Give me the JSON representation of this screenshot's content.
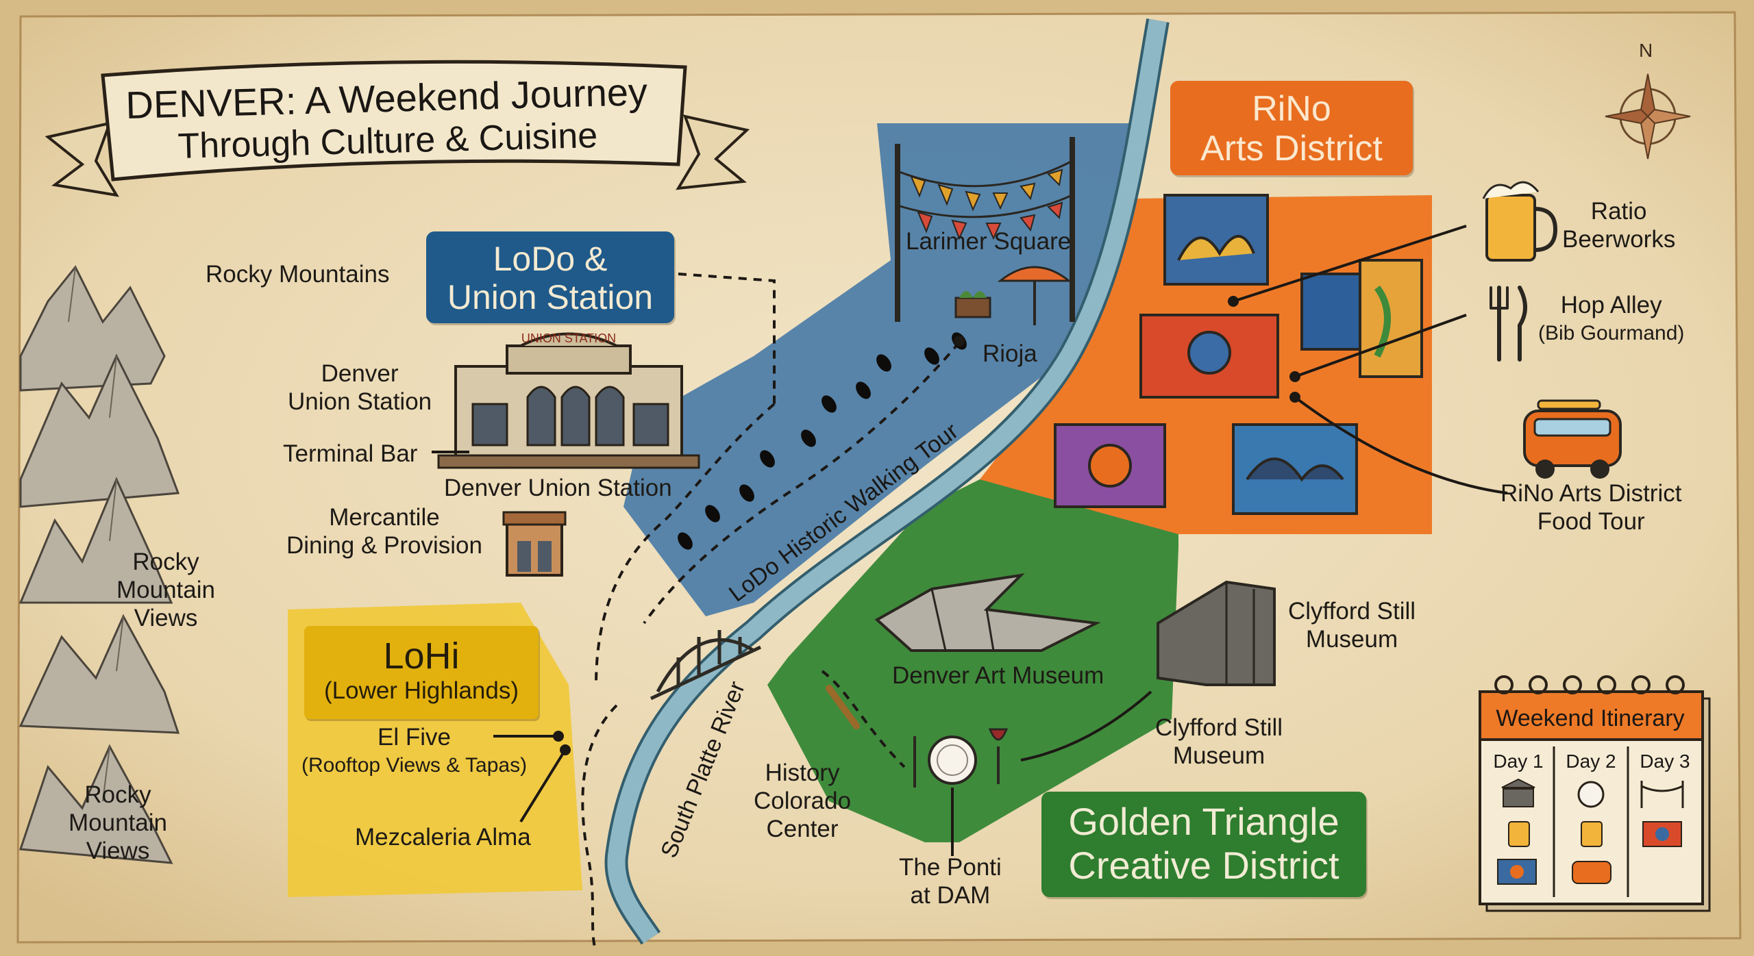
{
  "title": {
    "line1": "DENVER: A Weekend Journey",
    "line2": "Through Culture & Cuisine"
  },
  "compass": {
    "north": "N"
  },
  "districts": {
    "lodo": {
      "line1": "LoDo &",
      "line2": "Union Station",
      "color": "#1f5a8a"
    },
    "rino": {
      "line1": "RiNo",
      "line2": "Arts District",
      "color": "#e86d1f"
    },
    "golden_triangle": {
      "line1": "Golden Triangle",
      "line2": "Creative District",
      "color": "#2f7d2f"
    },
    "lohi": {
      "line1": "LoHi",
      "line2": "(Lower Highlands)",
      "color": "#e2b10e"
    }
  },
  "mountains": {
    "label_top": "Rocky Mountains",
    "label_mid": [
      "Rocky",
      "Mountain",
      "Views"
    ],
    "label_bottom": [
      "Rocky",
      "Mountain",
      "Views"
    ]
  },
  "lodo_places": {
    "union_station_label": [
      "Denver",
      "Union Station"
    ],
    "union_station_sign": "UNION STATION",
    "terminal_bar": "Terminal Bar",
    "union_station_caption": "Denver Union Station",
    "mercantile": [
      "Mercantile",
      "Dining & Provision"
    ],
    "larimer_square": "Larimer Square",
    "rioja": "Rioja",
    "walking_tour": "LoDo Historic Walking Tour"
  },
  "river": {
    "label": "South Platte River",
    "color": "#8fb8c6"
  },
  "rino_places": {
    "ratio": [
      "Ratio",
      "Beerworks"
    ],
    "hop_alley": [
      "Hop Alley",
      "(Bib Gourmand)"
    ],
    "food_tour": [
      "RiNo Arts District",
      "Food Tour"
    ]
  },
  "golden_places": {
    "art_museum": "Denver Art Museum",
    "clyfford_top": [
      "Clyfford Still",
      "Museum"
    ],
    "clyfford_bottom": [
      "Clyfford Still",
      "Museum"
    ],
    "history_colorado": [
      "History",
      "Colorado",
      "Center"
    ],
    "ponti": [
      "The Ponti",
      "at DAM"
    ]
  },
  "lohi_places": {
    "el_five": [
      "El Five",
      "(Rooftop Views & Tapas)"
    ],
    "mezcaleria": "Mezcaleria Alma"
  },
  "itinerary": {
    "header": "Weekend Itinerary",
    "days": [
      "Day 1",
      "Day 2",
      "Day 3"
    ],
    "icons": [
      [
        "museum-icon",
        "beer-icon",
        "mural-icon"
      ],
      [
        "plate-icon",
        "beer-icon",
        "van-icon"
      ],
      [
        "bunting-icon",
        "mural-icon"
      ]
    ]
  }
}
